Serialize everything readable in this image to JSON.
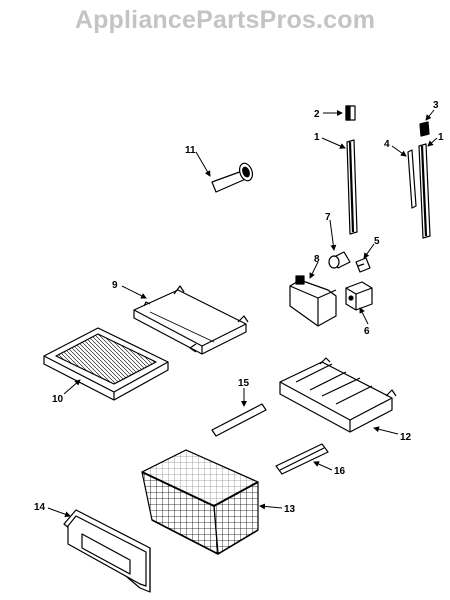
{
  "watermark": "AppliancePartsPros.com",
  "callouts": [
    "1",
    "1",
    "2",
    "3",
    "4",
    "5",
    "6",
    "7",
    "8",
    "9",
    "10",
    "11",
    "12",
    "13",
    "14",
    "15",
    "16"
  ]
}
